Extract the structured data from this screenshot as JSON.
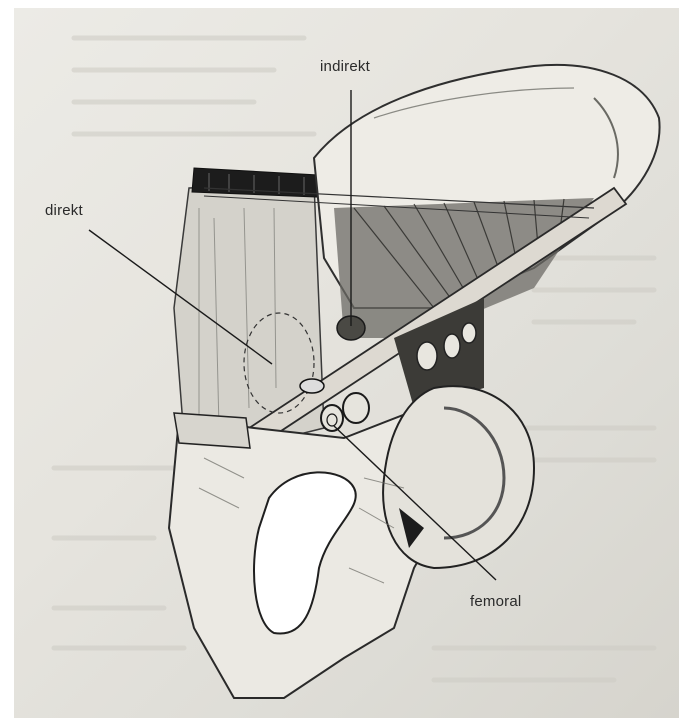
{
  "labels": {
    "indirekt": "indirekt",
    "direkt": "direkt",
    "femoral": "femoral"
  },
  "colors": {
    "paper": "#e8e6e0",
    "ink": "#2a2a2a"
  }
}
